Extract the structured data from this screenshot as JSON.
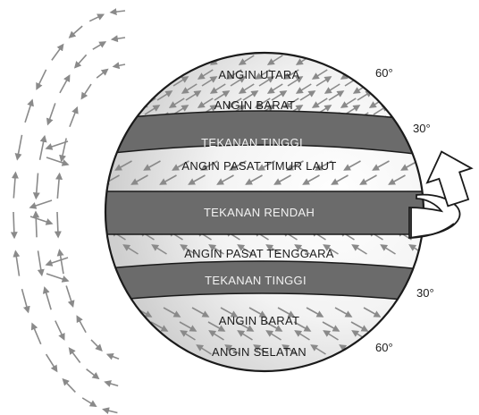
{
  "zones": {
    "north_easterlies": "ANGIN UTARA",
    "north_westerlies": "ANGIN BARAT",
    "north_high_pressure": "TEKANAN TINGGI",
    "northeast_trades": "ANGIN PASAT TIMUR LAUT",
    "low_pressure": "TEKANAN RENDAH",
    "southeast_trades": "ANGIN PASAT TENGGARA",
    "south_high_pressure": "TEKANAN TINGGI",
    "south_westerlies": "ANGIN BARAT",
    "south_easterlies": "ANGIN SELATAN"
  },
  "latitudes": {
    "north_60": "60°",
    "north_30": "30°",
    "south_30": "30°",
    "south_60": "60°"
  },
  "colors": {
    "pressure_band": "#6b6b6b",
    "globe_outline": "#1a1a1a",
    "arrow": "#8a8a8a",
    "globe_shade": "#d9d9d9"
  },
  "icons": {
    "rotation": "curved-rotation-arrow-icon",
    "wind": "wind-arrow-icon"
  }
}
